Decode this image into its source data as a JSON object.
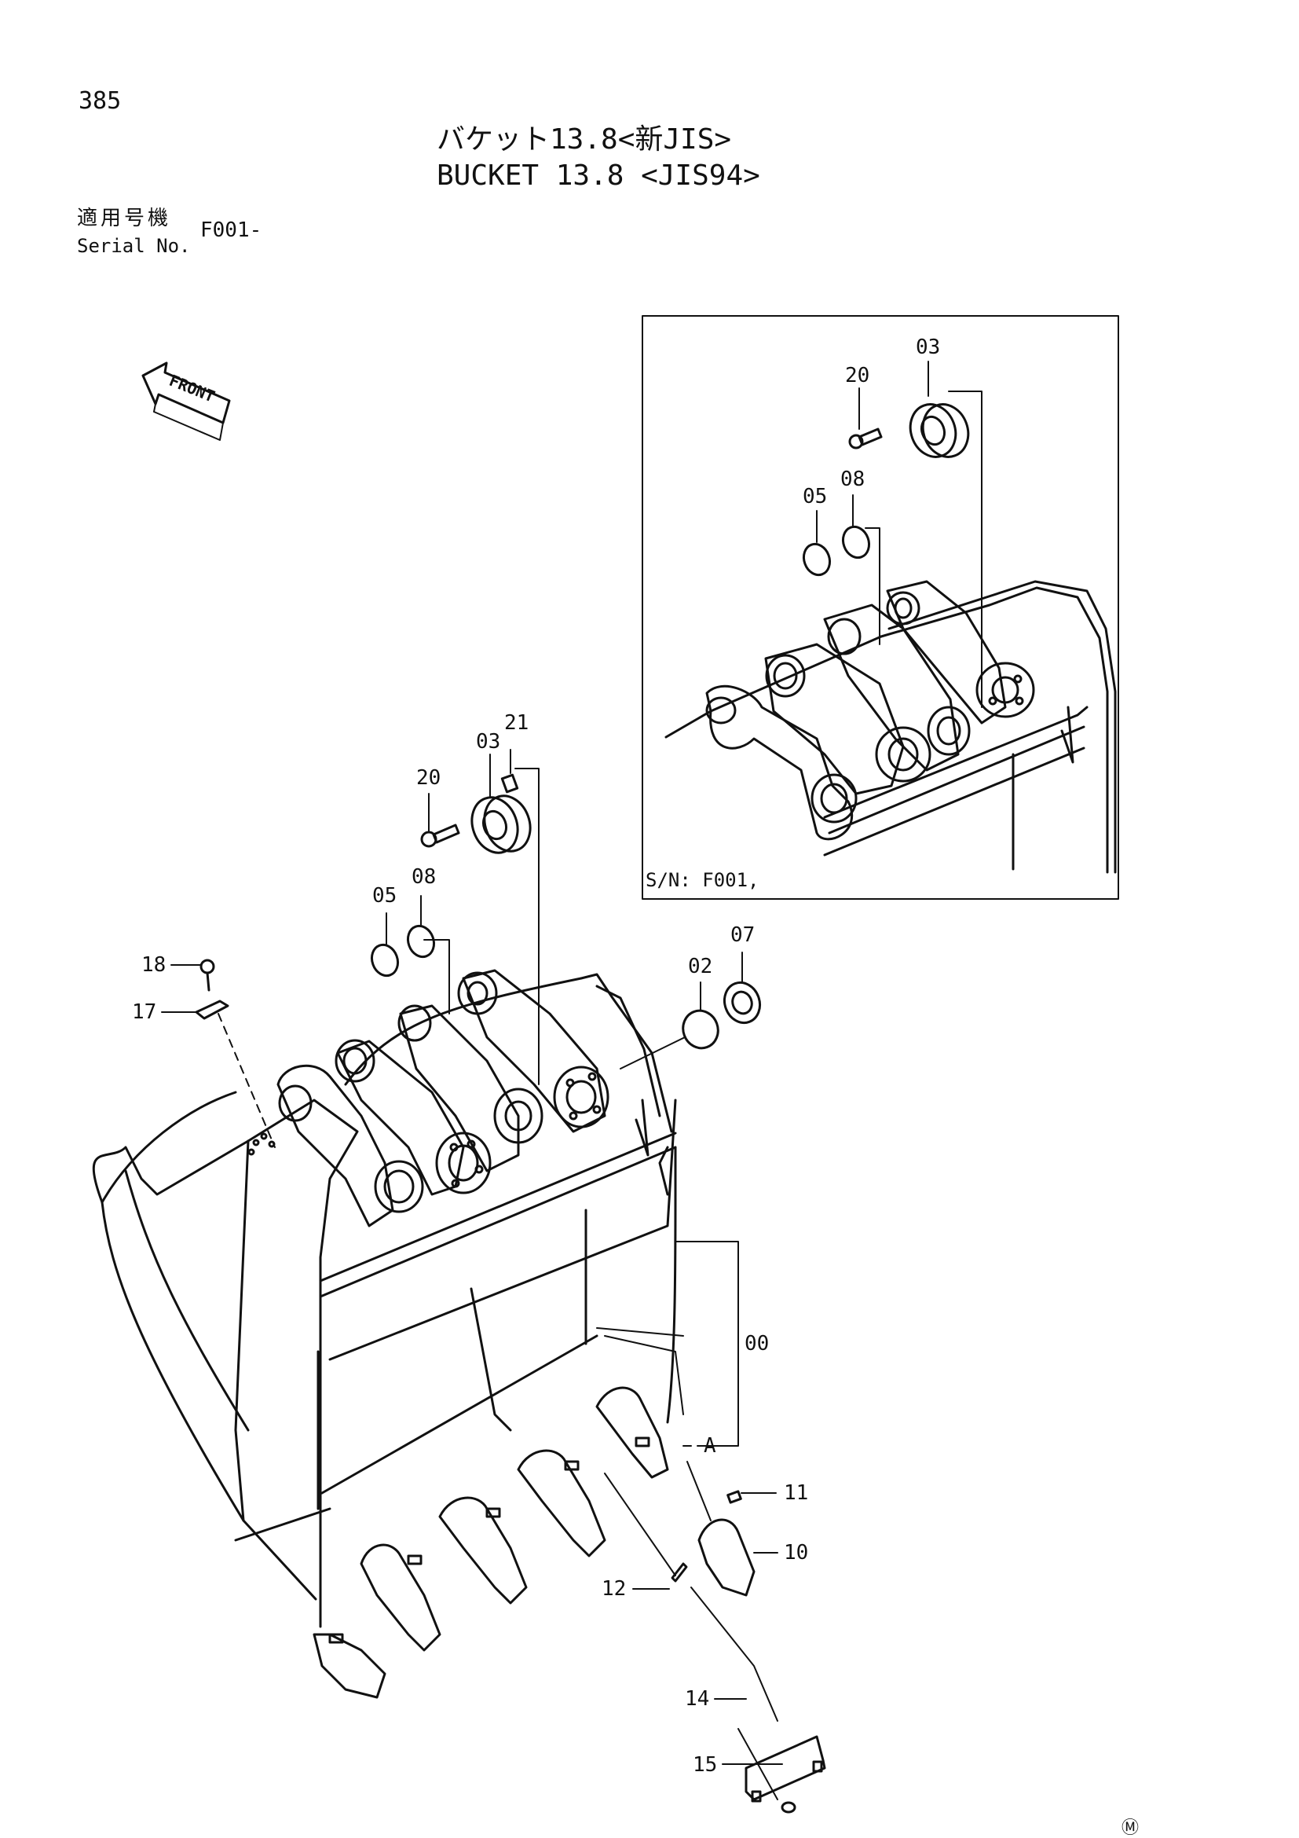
{
  "page_number": "385",
  "title_jp": "バケット13.8<新JIS>",
  "title_en": "BUCKET 13.8 <JIS94>",
  "serial": {
    "label_jp": "適用号機",
    "label_en": "Serial No.",
    "value": "F001-"
  },
  "front_arrow_label": "FRONT",
  "inset_caption": "S/N: F001,",
  "detail_marker": "A",
  "maker_mark": "Ⓜ",
  "callouts": {
    "main": [
      "00",
      "02",
      "03",
      "05",
      "07",
      "08",
      "10",
      "11",
      "12",
      "14",
      "15",
      "17",
      "18",
      "20",
      "21"
    ],
    "inset": [
      "03",
      "05",
      "08",
      "20"
    ]
  }
}
